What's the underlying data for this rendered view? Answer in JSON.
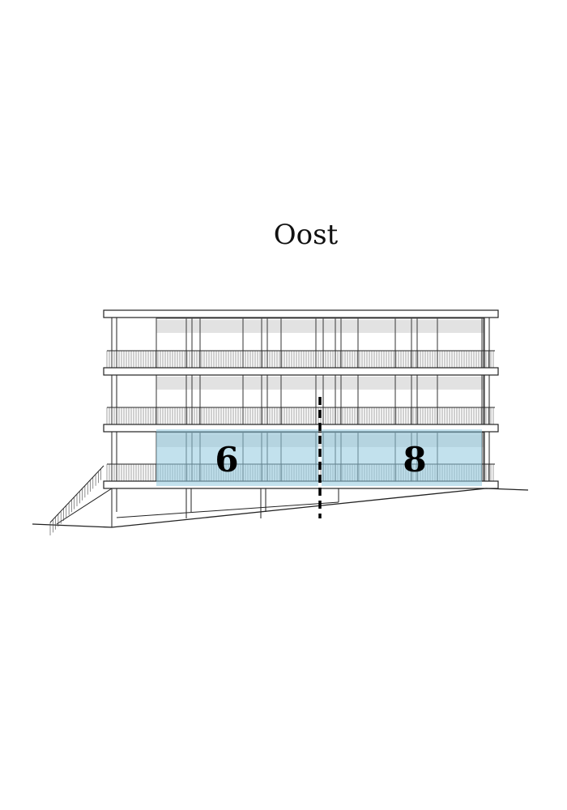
{
  "title": "Oost",
  "units": [
    {
      "label": "6"
    },
    {
      "label": "8"
    }
  ],
  "colors": {
    "highlight": "#8fc8df",
    "line": "#222222",
    "glass": "#e2e2e2"
  }
}
